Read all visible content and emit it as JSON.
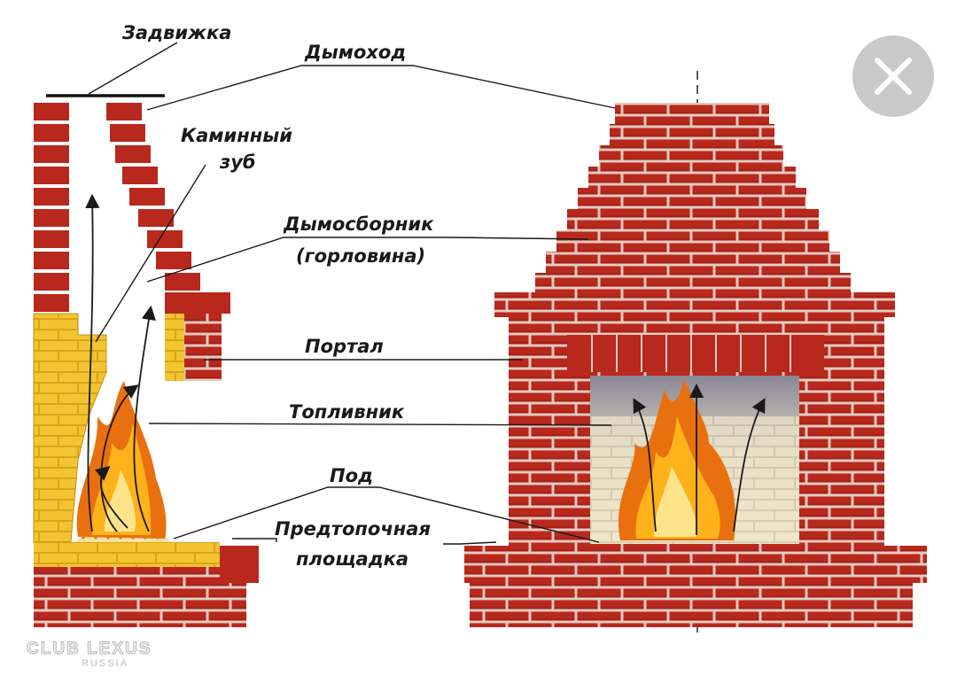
{
  "labels": {
    "damper": "Задвижка",
    "chimney": "Дымоход",
    "tooth_1": "Каминный",
    "tooth_2": "зуб",
    "collector_1": "Дымосборник",
    "collector_2": "(горловина)",
    "portal": "Портал",
    "firebox": "Топливник",
    "hearth": "Под",
    "prefire_1": "Предтопочная",
    "prefire_2": "площадка"
  },
  "watermark": {
    "line1": "CLUB LEXUS",
    "line2": "RUSSIA"
  },
  "icons": {
    "close": "close-icon"
  },
  "colors": {
    "brick": "#b8281c",
    "brick_dark": "#8e1c12",
    "mortar": "#e7c9bf",
    "firebrick": "#f2c431",
    "firebrick_edge": "#d9a41a",
    "flame_outer": "#e8700f",
    "flame_inner": "#ffd21a",
    "close_bg": "#c9c9c9",
    "label": "#1a1a1a"
  }
}
